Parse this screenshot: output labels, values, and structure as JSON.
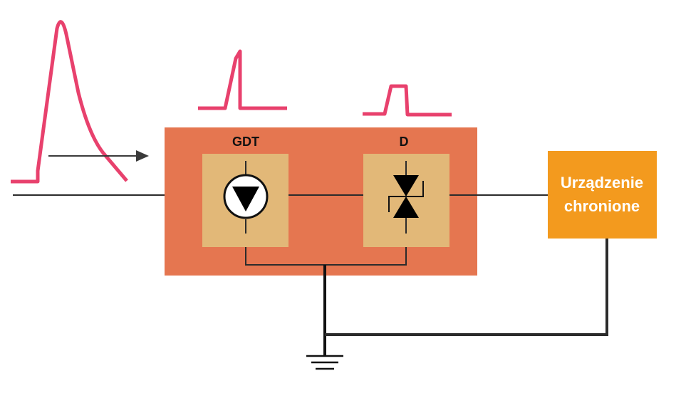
{
  "diagram": {
    "labels": {
      "gdt": "GDT",
      "diode": "D",
      "device_line1": "Urządzenie",
      "device_line2": "chronione"
    },
    "colors": {
      "pulse": "#e8416d",
      "outer_box": "#e57650",
      "inner_box": "#e2b878",
      "device_box": "#f39a1e",
      "wire": "#2b2b2b",
      "arrow": "#3a3a3a",
      "device_text": "#ffffff",
      "label_text": "#111111"
    },
    "icons": {
      "gdt_symbol": "gas-discharge-tube-icon",
      "diode_symbol": "bidirectional-tvs-diode-icon",
      "ground_symbol": "ground-icon",
      "direction_arrow": "arrow-right-icon"
    }
  }
}
